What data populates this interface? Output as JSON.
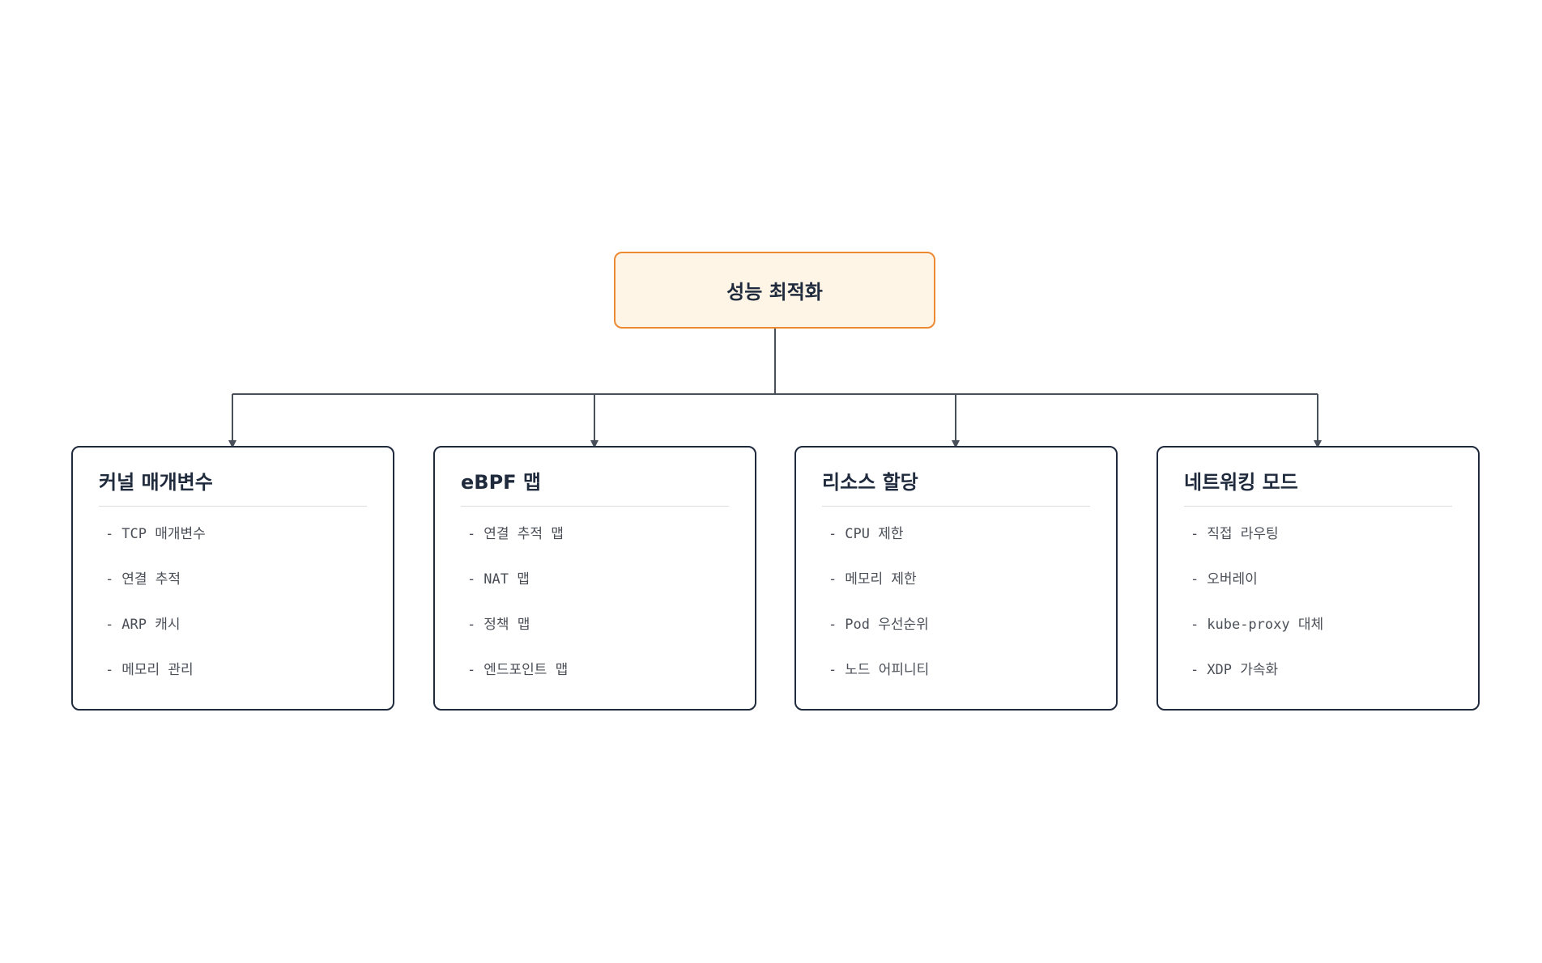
{
  "diagram": {
    "root": {
      "title": "성능 최적화"
    },
    "categories": [
      {
        "title": "커널 매개변수",
        "items": [
          "TCP 매개변수",
          "연결 추적",
          "ARP 캐시",
          "메모리 관리"
        ]
      },
      {
        "title": "eBPF 맵",
        "items": [
          "연결 추적 맵",
          "NAT 맵",
          "정책 맵",
          "엔드포인트 맵"
        ]
      },
      {
        "title": "리소스 할당",
        "items": [
          "CPU 제한",
          "메모리 제한",
          "Pod 우선순위",
          "노드 어피니티"
        ]
      },
      {
        "title": "네트워킹 모드",
        "items": [
          "직접 라우팅",
          "오버레이",
          "kube-proxy 대체",
          "XDP 가속화"
        ]
      }
    ],
    "colors": {
      "root_border": "#ec8a33",
      "root_fill": "#fff5e6",
      "card_border": "#1f2a3c",
      "connector": "#4a505a"
    }
  }
}
